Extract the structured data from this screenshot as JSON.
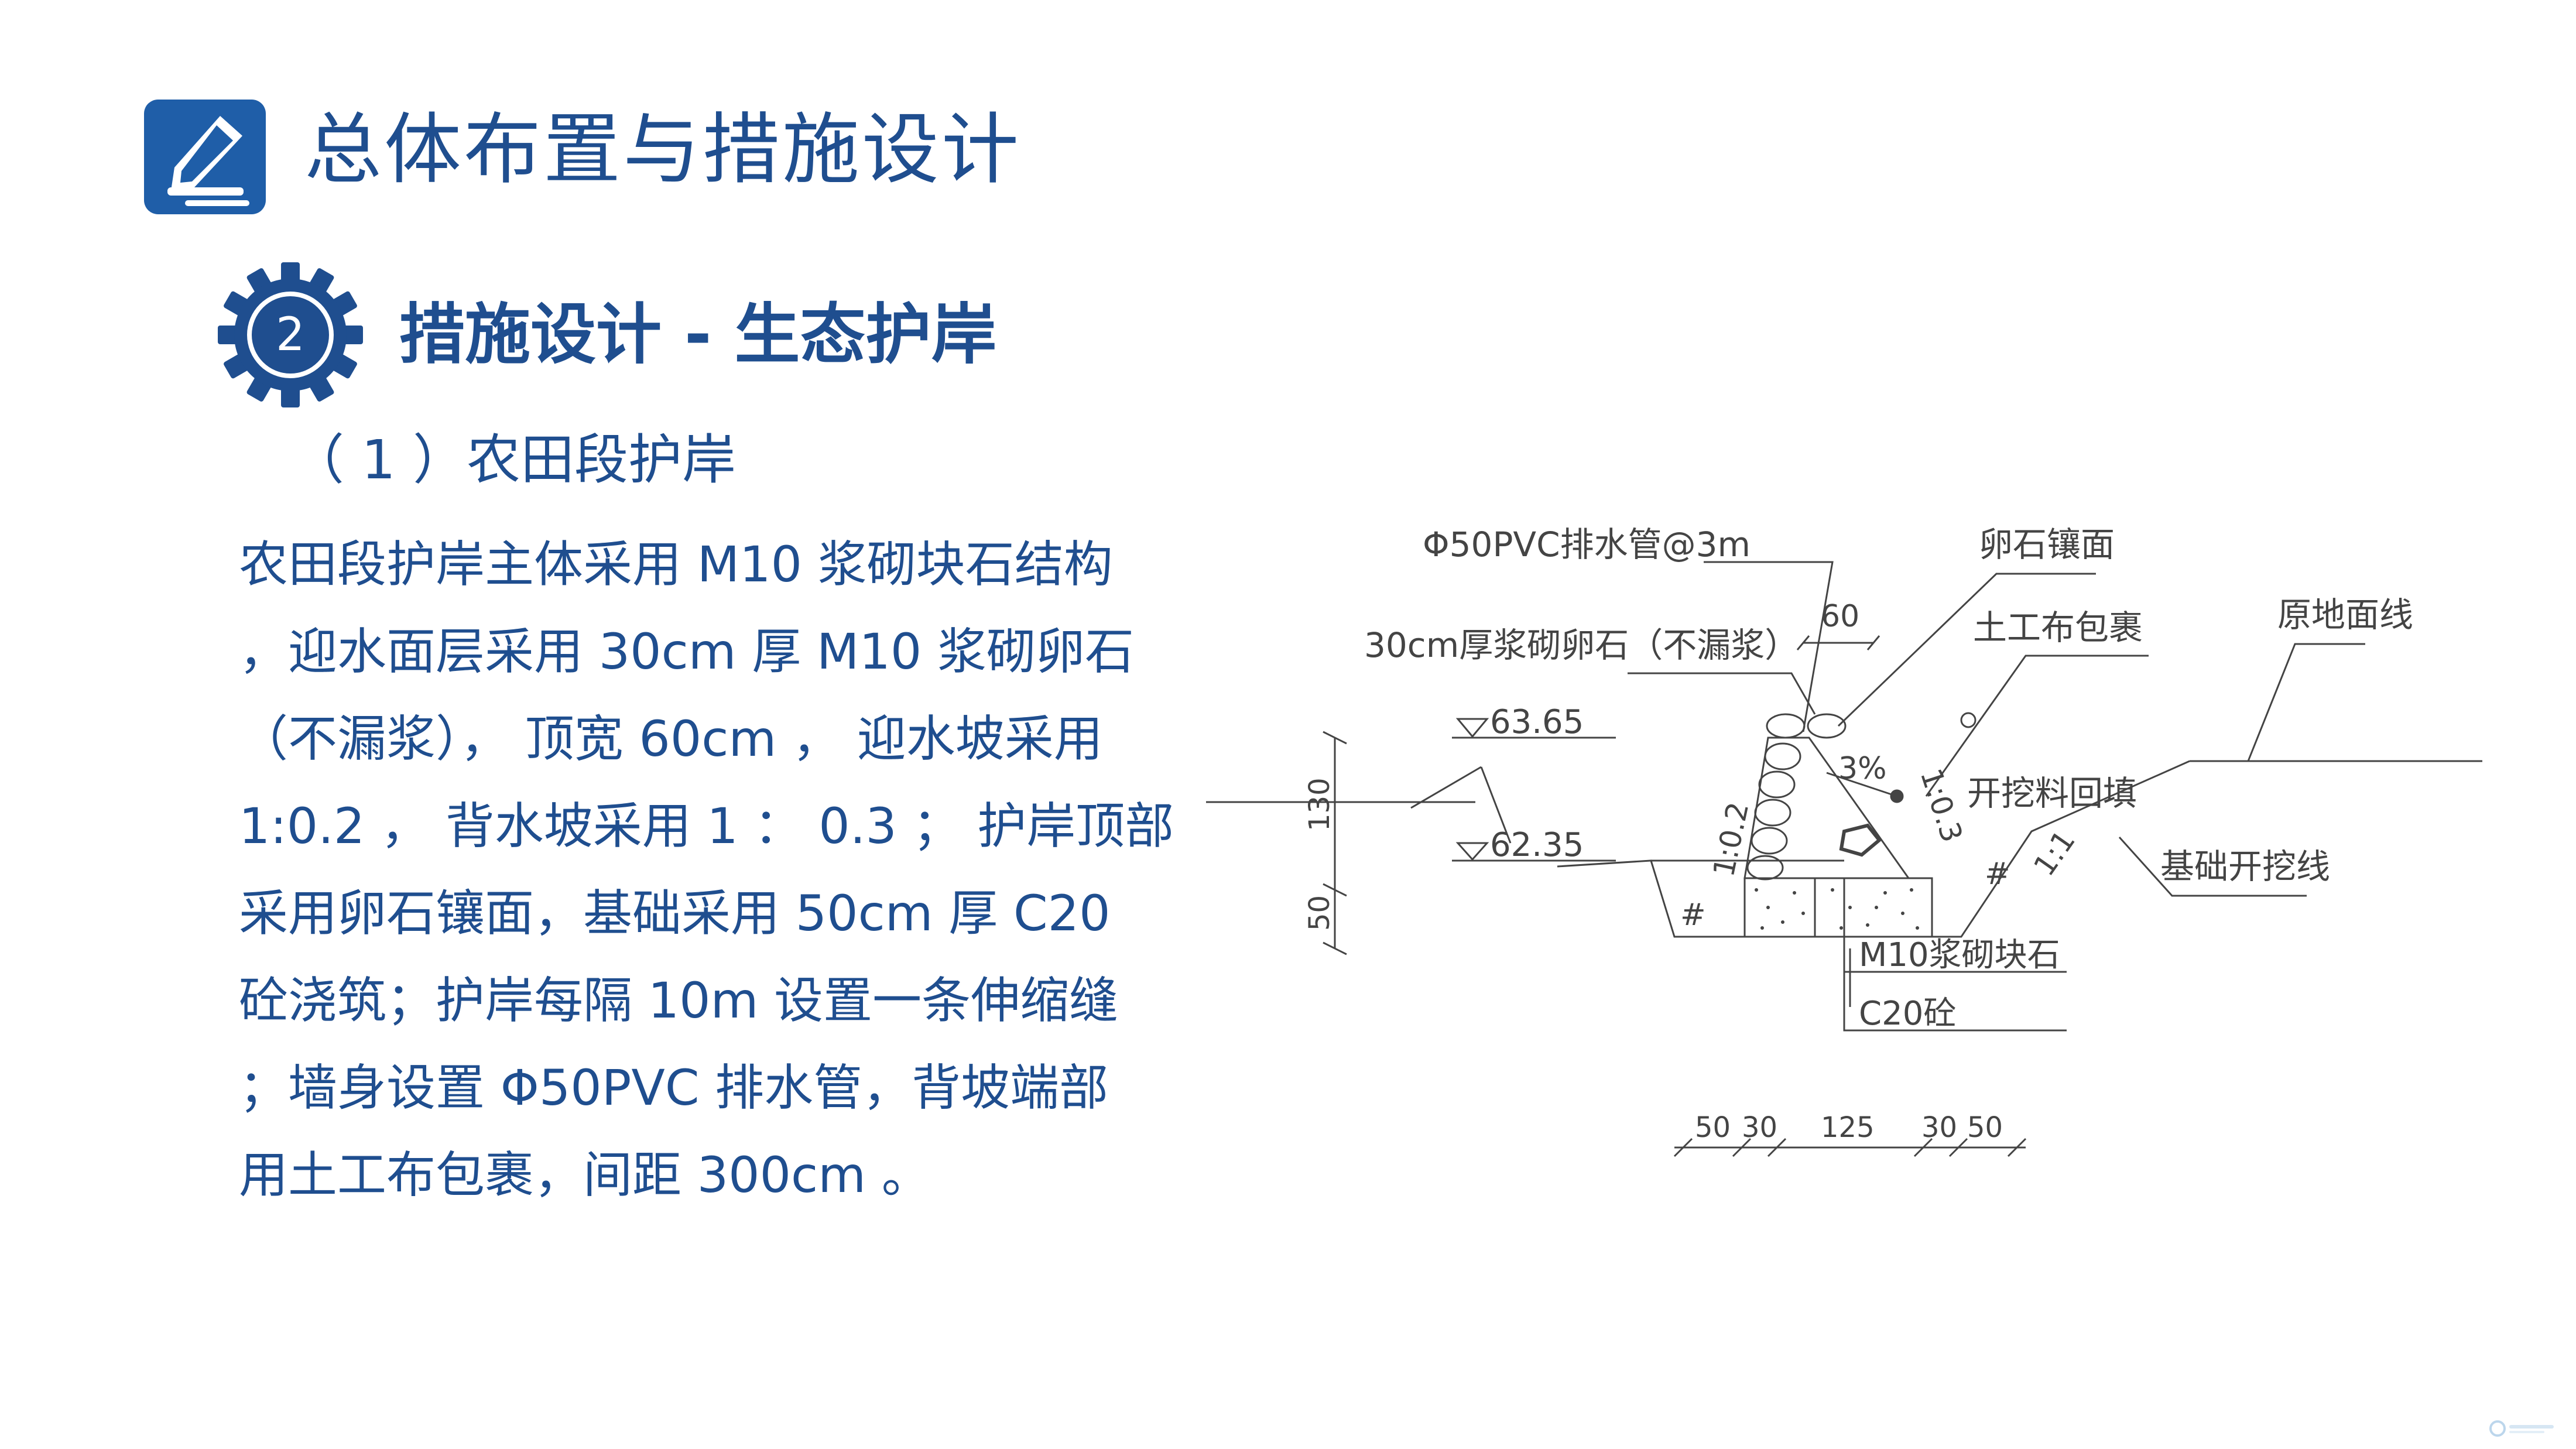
{
  "header": {
    "title": "总体布置与措施设计",
    "icon": "pen-writing-icon",
    "accent_color": "#1f4e8f"
  },
  "section": {
    "number": "2",
    "title": "措施设计 - 生态护岸"
  },
  "subheading": "（ 1 ）农田段护岸",
  "body_lines": [
    "农田段护岸主体采用 M10 浆砌块石结构",
    "，迎水面层采用 30cm 厚 M10 浆砌卵石",
    "（不漏浆）， 顶宽 60cm ， 迎水坡采用",
    "1:0.2 ， 背水坡采用 1 ：  0.3 ； 护岸顶部",
    "采用卵石镶面，基础采用 50cm 厚 C20",
    "砼浇筑；护岸每隔 10m 设置一条伸缩缝",
    "；墙身设置 Φ50PVC 排水管，背坡端部",
    "用土工布包裹，间距 300cm 。"
  ],
  "diagram": {
    "labels": {
      "pvc_pipe": "Φ50PVC排水管@3m",
      "cobble_face": "卵石镶面",
      "top_width": "60",
      "cobble_layer": "30cm厚浆砌卵石（不漏浆）",
      "geotextile": "土工布包裹",
      "original_ground": "原地面线",
      "elev_top": "63.65",
      "elev_base": "62.35",
      "backfill": "开挖料回填",
      "foundation_line": "基础开挖线",
      "masonry": "M10浆砌块石",
      "concrete": "C20砼",
      "slope_front": "1:0.2",
      "slope_back": "1:0.3",
      "slope_excav": "1:1",
      "grade": "3%",
      "height_wall": "130",
      "height_base": "50",
      "dim_50a": "50",
      "dim_30a": "30",
      "dim_125": "125",
      "dim_30b": "30",
      "dim_50b": "50"
    }
  }
}
